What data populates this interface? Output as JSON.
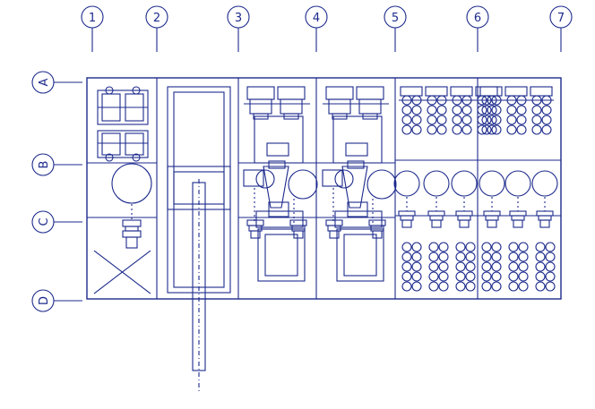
{
  "colors": {
    "ink": "#1c2a8c",
    "background": "#ffffff"
  },
  "grid": {
    "columns": [
      "1",
      "2",
      "3",
      "4",
      "5",
      "6",
      "7"
    ],
    "rows": [
      "A",
      "B",
      "C",
      "D"
    ]
  }
}
